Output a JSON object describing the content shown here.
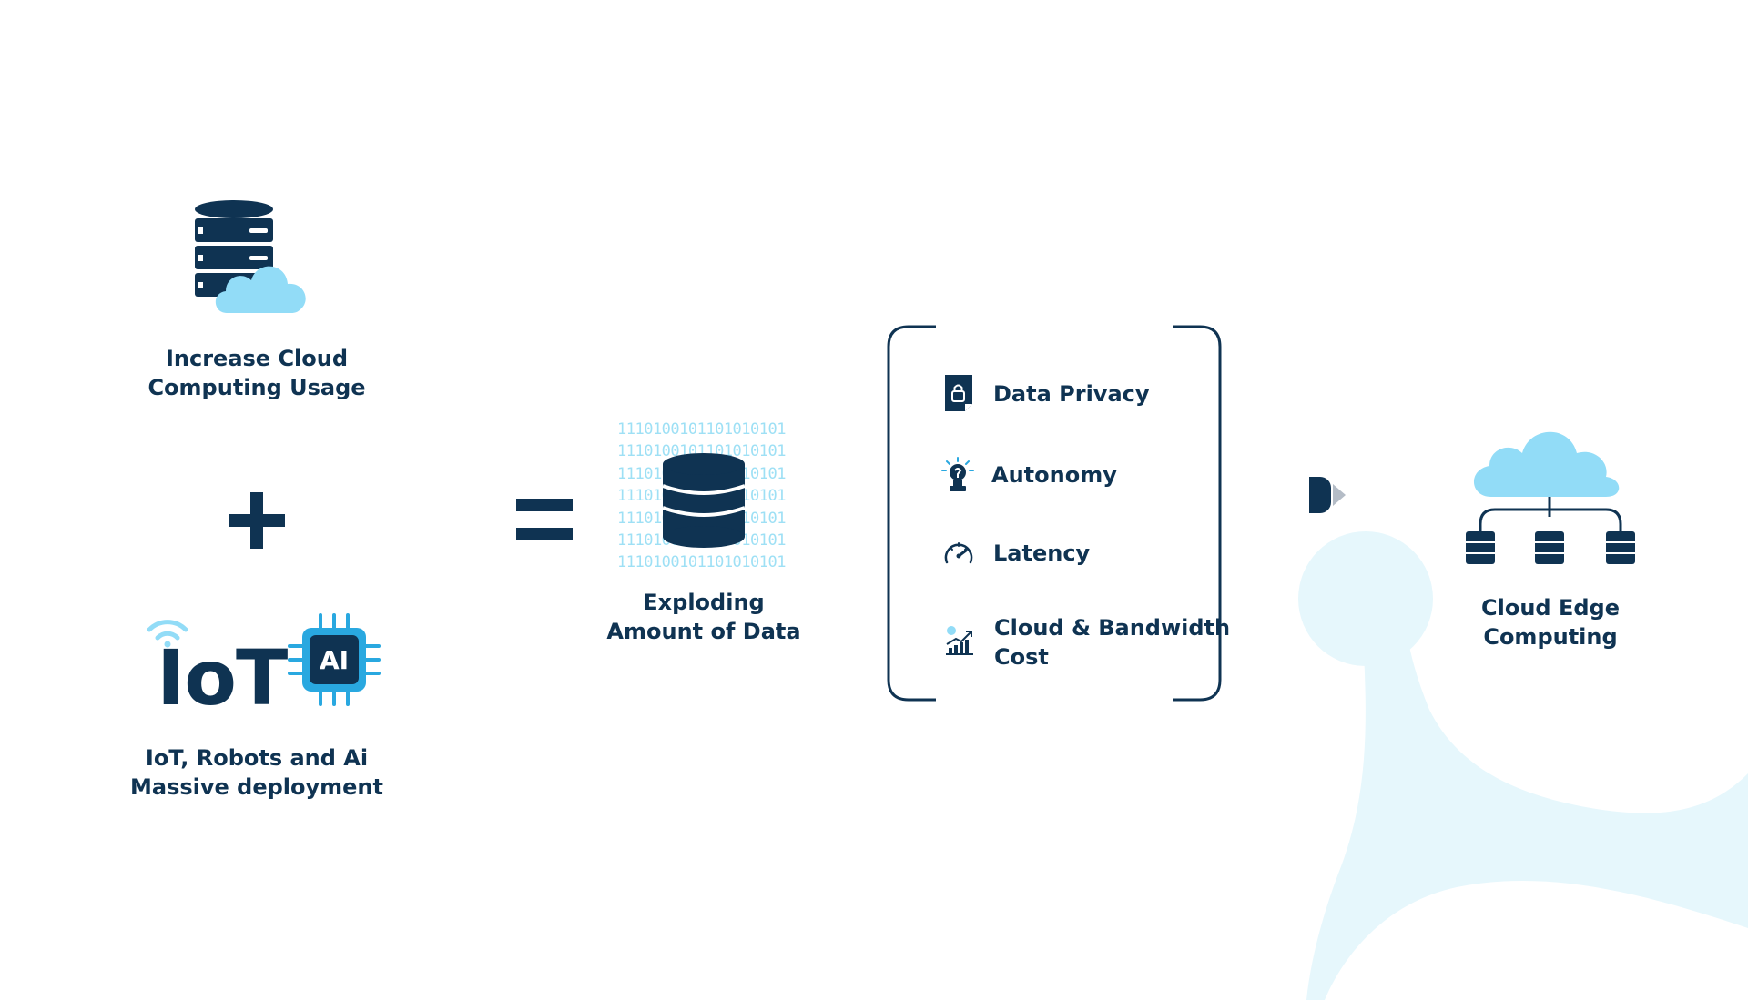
{
  "colors": {
    "navy": "#0f3352",
    "light_blue": "#92dcf7",
    "bright_blue": "#29a8e0",
    "bg_blob": "#e6f7fc"
  },
  "items": {
    "cloud_usage": {
      "line1": "Increase Cloud",
      "line2": "Computing Usage"
    },
    "iot": {
      "line1": "IoT, Robots and Ai",
      "line2": "Massive deployment",
      "logo_text": "IoT",
      "chip_text": "AI"
    },
    "data": {
      "line1": "Exploding",
      "line2": "Amount of Data",
      "binary_rows": [
        "1110100101101010101",
        "1110100101101010101",
        "1110100101101010101",
        "1110100101101010101",
        "1110100101101010101",
        "1110100101101010101",
        "1110100101101010101"
      ]
    },
    "edge": {
      "line1": "Cloud Edge",
      "line2": "Computing"
    }
  },
  "bracket_items": [
    {
      "label": "Data Privacy",
      "icon": "lock-document-icon"
    },
    {
      "label": "Autonomy",
      "icon": "robot-arm-icon"
    },
    {
      "label": "Latency",
      "icon": "speedometer-icon"
    },
    {
      "label_line1": "Cloud & Bandwidth",
      "label_line2": "Cost",
      "icon": "cost-chart-icon"
    }
  ]
}
